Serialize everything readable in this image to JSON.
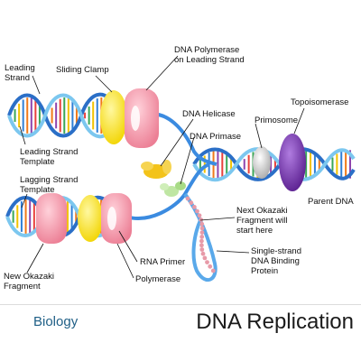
{
  "labels": {
    "leading_strand": "Leading\nStrand",
    "sliding_clamp": "Sliding Clamp",
    "dna_polymerase_leading": "DNA Polymerase\non Leading Strand",
    "dna_helicase": "DNA Helicase",
    "primosome": "Primosome",
    "topoisomerase": "Topoisomerase",
    "dna_primase": "DNA Primase",
    "leading_strand_template": "Leading Strand\nTemplate",
    "lagging_strand_template": "Lagging Strand\nTemplate",
    "parent_dna": "Parent DNA",
    "next_okazaki": "Next Okazaki\nFragment will\nstart here",
    "new_okazaki": "New Okazaki\nFragment",
    "rna_primer": "RNA Primer",
    "polymerase": "Polymerase",
    "ssb_protein": "Single-strand\nDNA Binding\nProtein"
  },
  "footer": {
    "category": "Biology",
    "title": "DNA Replication"
  },
  "colors": {
    "dna_blue": "#2f7fd6",
    "dna_light": "#8fd0f5",
    "clamp_yellow": "#ffe84d",
    "polymerase_pink": "#f28fa0",
    "topo_purple": "#7a2fb6",
    "primase_green": "#bfe6a3",
    "helicase_yellow": "#f7c518",
    "primosome_white": "#d9d9d9",
    "ssb_pink": "#e79aa8"
  },
  "icons": [
    "microscope-icon"
  ]
}
